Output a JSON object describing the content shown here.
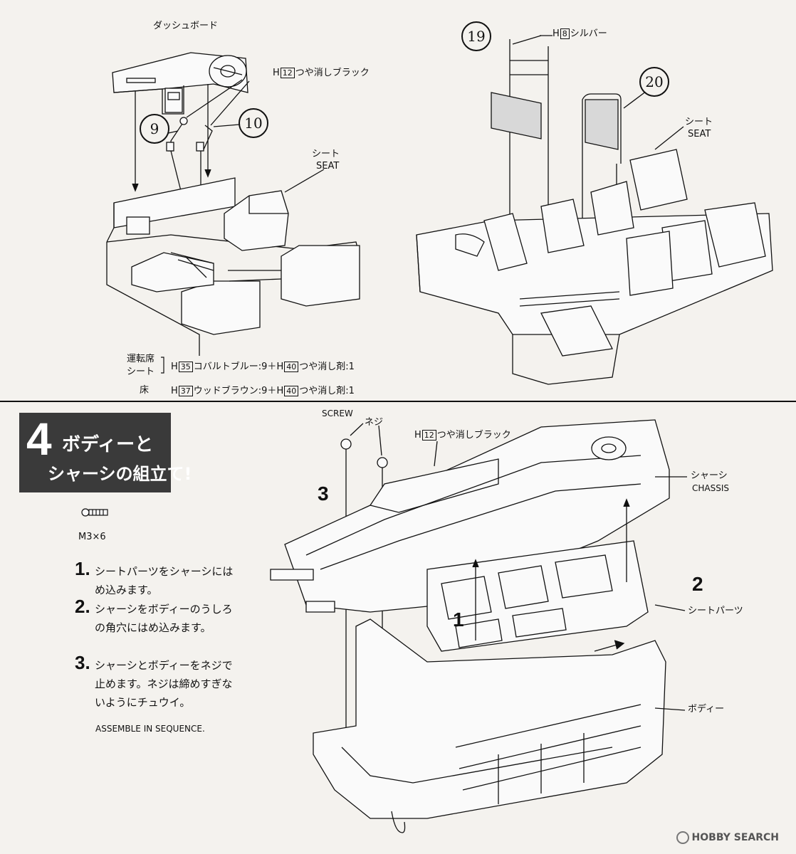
{
  "top_left": {
    "dashboard_label": "ダッシュボード",
    "paint_label": {
      "prefix": "H",
      "code": "12",
      "text": "つや消しブラック"
    },
    "part_9": "9",
    "part_10": "10",
    "seat_jp": "シート",
    "seat_en": "SEAT"
  },
  "top_right": {
    "part_19": "19",
    "part_20": "20",
    "paint_label": {
      "prefix": "H",
      "code": "8",
      "text": "シルバー"
    },
    "seat_jp": "シート",
    "seat_en": "SEAT"
  },
  "color_notes": {
    "row1_group_a": "運転席",
    "row1_group_b": "シート",
    "row1_h1": "35",
    "row1_t1": "コバルトブルー:9＋",
    "row1_h2": "40",
    "row1_t2": "つや消し剤:1",
    "row2_group": "床",
    "row2_h1": "37",
    "row2_t1": "ウッドブラウン:9＋",
    "row2_h2": "40",
    "row2_t2": "つや消し剤:1",
    "h_prefix": "H"
  },
  "step4": {
    "number": "4",
    "title_line1": "ボディーと",
    "title_line2": "シャーシの組立て!",
    "screw_spec": "M3×6",
    "instructions": [
      {
        "num": "1.",
        "text": "シートパーツをシャーシにはめ込みます。"
      },
      {
        "num": "2.",
        "text": "シャーシをボディーのうしろの角穴にはめ込みます。"
      },
      {
        "num": "3.",
        "text": "シャーシとボディーをネジで止めます。ネジは締めすぎないようにチュウイ。"
      }
    ],
    "assemble_note": "ASSEMBLE IN SEQUENCE."
  },
  "step4_diagram": {
    "screw_en": "SCREW",
    "screw_jp": "ネジ",
    "paint_label": {
      "prefix": "H",
      "code": "12",
      "text": "つや消しブラック"
    },
    "chassis_jp": "シャーシ",
    "chassis_en": "CHASSIS",
    "seat_parts": "シートパーツ",
    "body": "ボディー",
    "seq_1": "1",
    "seq_2": "2",
    "seq_3": "3"
  },
  "watermark": "HOBBY SEARCH"
}
